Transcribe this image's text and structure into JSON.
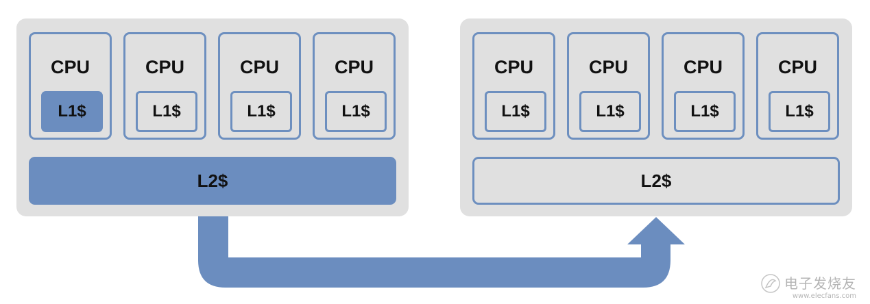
{
  "colors": {
    "cluster_bg": "#e0e0e0",
    "accent": "#6b8dbf",
    "outline": "#6d8fbf",
    "text": "#111111"
  },
  "left_cluster": {
    "cpus": [
      {
        "label": "CPU",
        "cache": "L1$",
        "cache_state": "filled"
      },
      {
        "label": "CPU",
        "cache": "L1$",
        "cache_state": "outline"
      },
      {
        "label": "CPU",
        "cache": "L1$",
        "cache_state": "outline"
      },
      {
        "label": "CPU",
        "cache": "L1$",
        "cache_state": "outline"
      }
    ],
    "l2": {
      "label": "L2$",
      "state": "filled"
    }
  },
  "right_cluster": {
    "cpus": [
      {
        "label": "CPU",
        "cache": "L1$",
        "cache_state": "outline"
      },
      {
        "label": "CPU",
        "cache": "L1$",
        "cache_state": "outline"
      },
      {
        "label": "CPU",
        "cache": "L1$",
        "cache_state": "outline"
      },
      {
        "label": "CPU",
        "cache": "L1$",
        "cache_state": "outline"
      }
    ],
    "l2": {
      "label": "L2$",
      "state": "outline"
    }
  },
  "arrow": {
    "from": "left_cluster.l2",
    "to": "right_cluster",
    "icon": "migration-arrow-icon"
  },
  "watermark": {
    "text": "电子发烧友",
    "url": "www.elecfans.com",
    "icon": "elecfans-logo-icon"
  }
}
